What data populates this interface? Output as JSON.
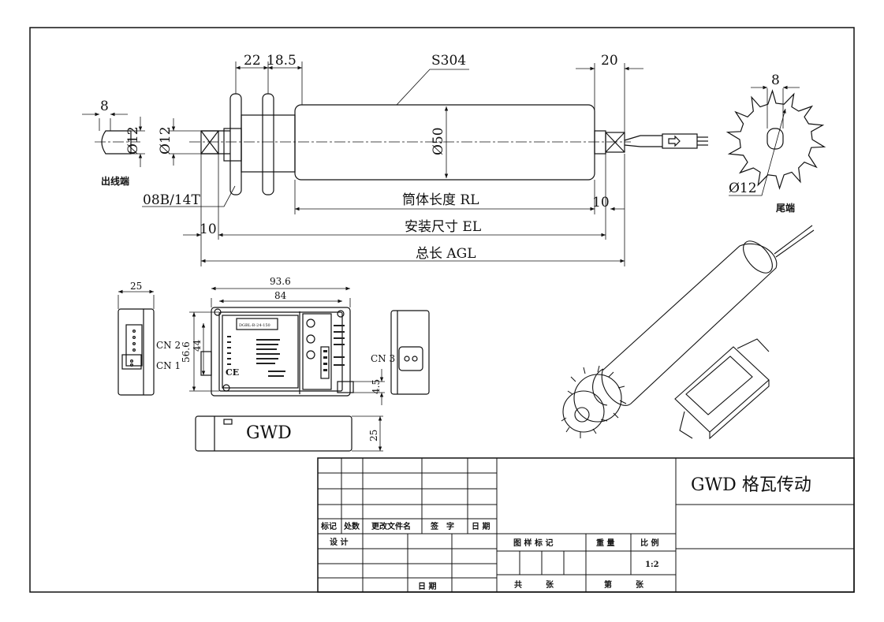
{
  "motor": {
    "material": "S304",
    "dims": {
      "d22": "22",
      "d18_5": "18.5",
      "d20": "20",
      "d8_left": "8",
      "d8_right": "8",
      "phi12_left": "Ø12",
      "phi12_shaft": "Ø12",
      "phi50": "Ø50",
      "phi12_sprocket": "Ø12",
      "d10_left": "10",
      "d10_right": "10"
    },
    "sprocket_spec": "08B/14T",
    "label_cable_end": "出线端",
    "label_tail_end": "尾端",
    "tube_length": "筒体长度 RL",
    "install_size": "安装尺寸 EL",
    "total_length": "总长 AGL"
  },
  "driver": {
    "d25_side": "25",
    "d93_6": "93.6",
    "d84": "84",
    "d56_6": "56.6",
    "d44": "44",
    "d4_5": "4.5",
    "d25_bottom": "25",
    "cn2": "CN 2",
    "cn1": "CN 1",
    "cn3": "CN 3",
    "model": "DGBL-B-24-150",
    "ce": "CE",
    "brand": "GWD"
  },
  "title_block": {
    "company": "GWD 格瓦传动",
    "rev_headers": [
      "标记",
      "处数",
      "更改文件名",
      "签　字",
      "日 期"
    ],
    "design": "设 计",
    "date": "日 期",
    "drawing_mark": "图 样 标 记",
    "weight": "重 量",
    "scale_label": "比 例",
    "scale_value": "1:2",
    "total_sheets": "共　　　张",
    "sheet_no": "第　　　张"
  }
}
